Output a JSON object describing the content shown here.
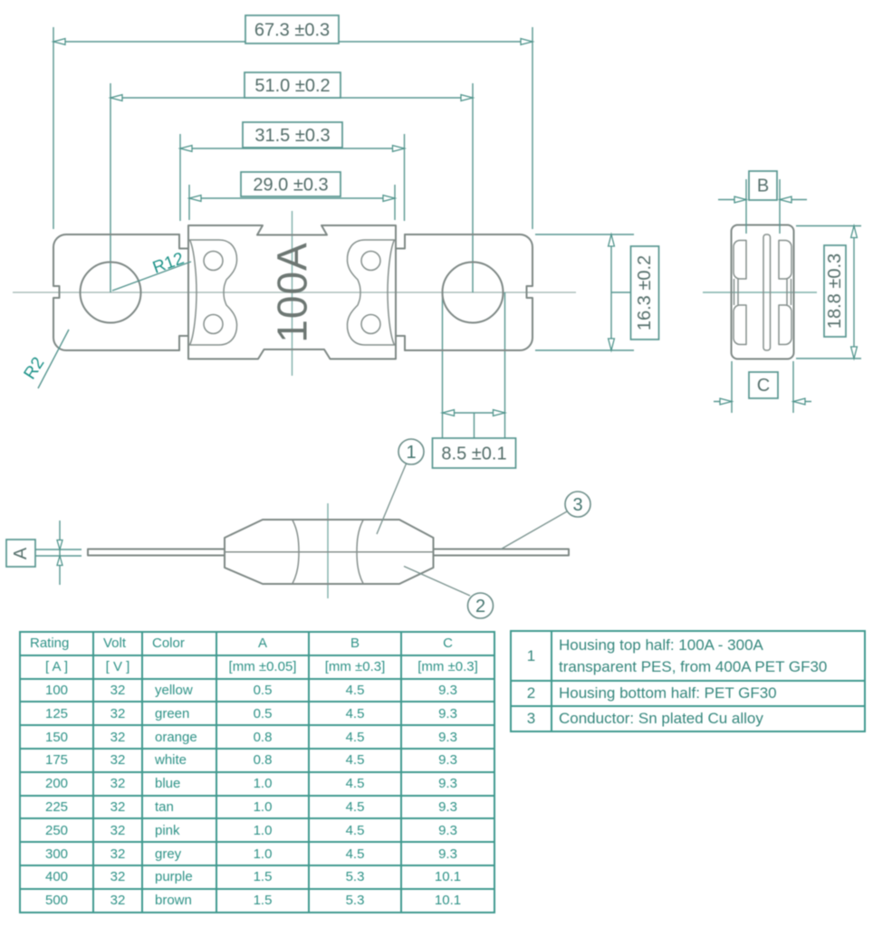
{
  "drawing": {
    "dim_labels": {
      "overall_length": "67.3 ±0.3",
      "hole_spacing": "51.0 ±0.2",
      "housing_length": "31.5 ±0.3",
      "housing_top_length": "29.0 ±0.3",
      "terminal_height": "16.3 ±0.2",
      "hole_diameter": "8.5 ±0.1",
      "side_height": "18.8 ±0.3",
      "letter_a": "A",
      "letter_b": "B",
      "letter_c": "C",
      "radius_large": "R12",
      "radius_small": "R2",
      "rating_marking": "100A"
    },
    "callouts": {
      "c1": "1",
      "c2": "2",
      "c3": "3"
    },
    "colors": {
      "outline_gray": "#7e8885",
      "dimension_teal": "#579690",
      "table_teal": "#2e9287",
      "border_teal": "#3f998e",
      "label_text": "#546e6a",
      "radius_text": "#20948a"
    }
  },
  "spec_table": {
    "header_row1": [
      "Rating",
      "Volt",
      "Color",
      "A",
      "B",
      "C"
    ],
    "header_row2": [
      "[ A ]",
      "[ V ]",
      "",
      "[mm ±0.05]",
      "[mm ±0.3]",
      "[mm ±0.3]"
    ],
    "rows": [
      [
        "100",
        "32",
        "yellow",
        "0.5",
        "4.5",
        "9.3"
      ],
      [
        "125",
        "32",
        "green",
        "0.5",
        "4.5",
        "9.3"
      ],
      [
        "150",
        "32",
        "orange",
        "0.8",
        "4.5",
        "9.3"
      ],
      [
        "175",
        "32",
        "white",
        "0.8",
        "4.5",
        "9.3"
      ],
      [
        "200",
        "32",
        "blue",
        "1.0",
        "4.5",
        "9.3"
      ],
      [
        "225",
        "32",
        "tan",
        "1.0",
        "4.5",
        "9.3"
      ],
      [
        "250",
        "32",
        "pink",
        "1.0",
        "4.5",
        "9.3"
      ],
      [
        "300",
        "32",
        "grey",
        "1.0",
        "4.5",
        "9.3"
      ],
      [
        "400",
        "32",
        "purple",
        "1.5",
        "5.3",
        "10.1"
      ],
      [
        "500",
        "32",
        "brown",
        "1.5",
        "5.3",
        "10.1"
      ]
    ]
  },
  "legend": {
    "items": [
      {
        "num": "1",
        "text": "Housing top half: 100A - 300A\ntransparent PES, from 400A PET GF30"
      },
      {
        "num": "2",
        "text": "Housing bottom half: PET GF30"
      },
      {
        "num": "3",
        "text": "Conductor: Sn plated Cu alloy"
      }
    ]
  }
}
